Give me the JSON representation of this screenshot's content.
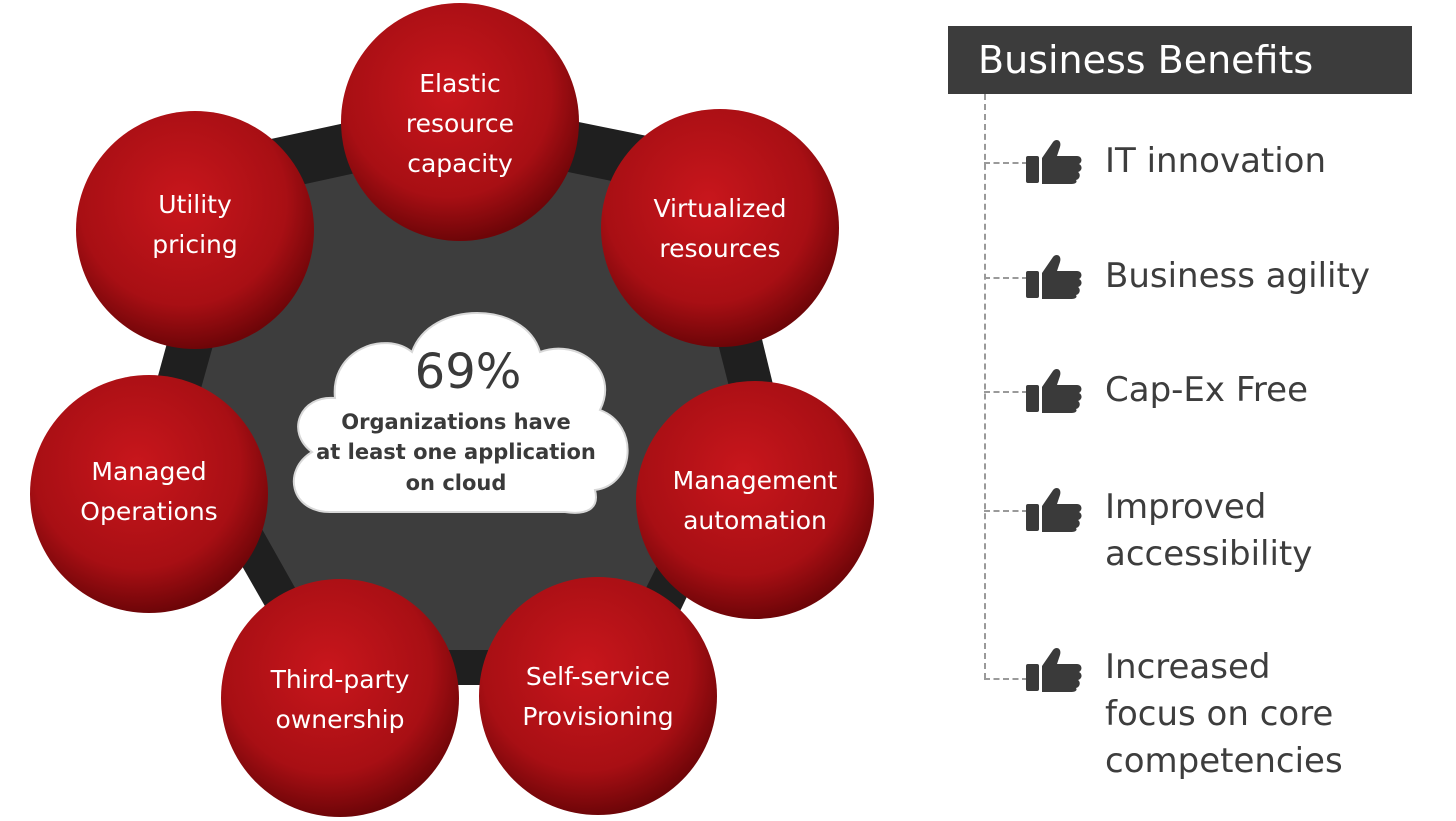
{
  "center": {
    "percent": "69%",
    "lines": [
      "Organizations have",
      "at least one application",
      "on cloud"
    ]
  },
  "bubbles": [
    {
      "lines": [
        "Elastic",
        "resource",
        "capacity"
      ]
    },
    {
      "lines": [
        "Virtualized",
        "resources"
      ]
    },
    {
      "lines": [
        "Management",
        "automation"
      ]
    },
    {
      "lines": [
        "Self-service",
        "Provisioning"
      ]
    },
    {
      "lines": [
        "Third-party",
        "ownership"
      ]
    },
    {
      "lines": [
        "Managed",
        "Operations"
      ]
    },
    {
      "lines": [
        "Utility",
        "pricing"
      ]
    }
  ],
  "benefits": {
    "title": "Business Benefits",
    "items": [
      {
        "lines": [
          "IT innovation"
        ]
      },
      {
        "lines": [
          "Business agility"
        ]
      },
      {
        "lines": [
          "Cap-Ex Free"
        ]
      },
      {
        "lines": [
          "Improved",
          "accessibility"
        ]
      },
      {
        "lines": [
          "Increased",
          "focus on core",
          "competencies"
        ]
      }
    ]
  },
  "colors": {
    "bubble_red": "#a80f14",
    "bubble_dark": "#6e0508",
    "heptagon_outer": "#1f1f1f",
    "heptagon_inner": "#3d3d3d",
    "header_bg": "#3c3c3c"
  },
  "icon": "thumbs-up-icon"
}
